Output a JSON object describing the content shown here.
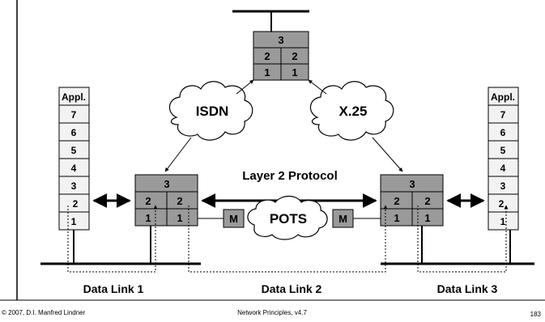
{
  "center_node": {
    "top": "3",
    "left2": "2",
    "right2": "2",
    "left1": "1",
    "right1": "1"
  },
  "left_node": {
    "top": "3",
    "left2": "2",
    "right2": "2",
    "left1": "1",
    "right1": "1"
  },
  "right_node": {
    "top": "3",
    "left2": "2",
    "right2": "2",
    "left1": "1",
    "right1": "1"
  },
  "left_stack": [
    "Appl.",
    "7",
    "6",
    "5",
    "4",
    "3",
    "2",
    "1"
  ],
  "right_stack": [
    "Appl.",
    "7",
    "6",
    "5",
    "4",
    "3",
    "2",
    "1"
  ],
  "clouds": {
    "isdn": "ISDN",
    "x25": "X.25",
    "pots": "POTS"
  },
  "modems": {
    "left": "M",
    "right": "M"
  },
  "layer2_label": "Layer 2 Protocol",
  "data_links": [
    "Data Link 1",
    "Data Link 2",
    "Data Link 3"
  ],
  "footer": {
    "copyright": "© 2007, D.I. Manfred Lindner",
    "title": "Network Principles, v4.7",
    "page": "183"
  },
  "colors": {
    "node_fill": "#9a9a9a",
    "stack_fill": "#f2f2f2",
    "cloud_fill": "#ffffff"
  }
}
